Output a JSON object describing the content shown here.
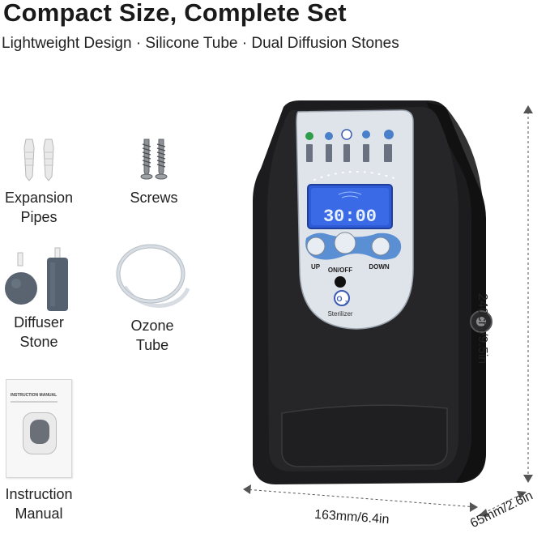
{
  "header": {
    "title": "Compact Size, Complete Set",
    "subtitle": "Lightweight Design · Silicone Tube · Dual Diffusion Stones"
  },
  "accessories": [
    {
      "label_line1": "Expansion",
      "label_line2": "Pipes",
      "icon": "expansion-pipes-icon"
    },
    {
      "label_line1": "Screws",
      "label_line2": "",
      "icon": "screws-icon"
    },
    {
      "label_line1": "Diffuser",
      "label_line2": "Stone",
      "icon": "diffuser-stone-icon"
    },
    {
      "label_line1": "Ozone",
      "label_line2": "Tube",
      "icon": "ozone-tube-icon"
    },
    {
      "label_line1": "Instruction",
      "label_line2": "Manual",
      "icon": "manual-icon"
    }
  ],
  "manual": {
    "cover_text": "INSTRUCTION MANUAL"
  },
  "device": {
    "display_time": "30:00",
    "btn_up": "UP",
    "btn_onoff": "ON/OFF",
    "btn_down": "DOWN",
    "o3_symbol": "O",
    "o3_sub": "3",
    "brand_label": "Sterilizer"
  },
  "dimensions": {
    "height": "240cm/9.5in",
    "width": "163mm/6.4in",
    "depth": "65mm/2.6in"
  },
  "colors": {
    "device_body": "#1c1c1e",
    "panel_bg": "#dfe3ea",
    "lcd": "#2f5bd6",
    "button_blue": "#5b8fd4"
  }
}
